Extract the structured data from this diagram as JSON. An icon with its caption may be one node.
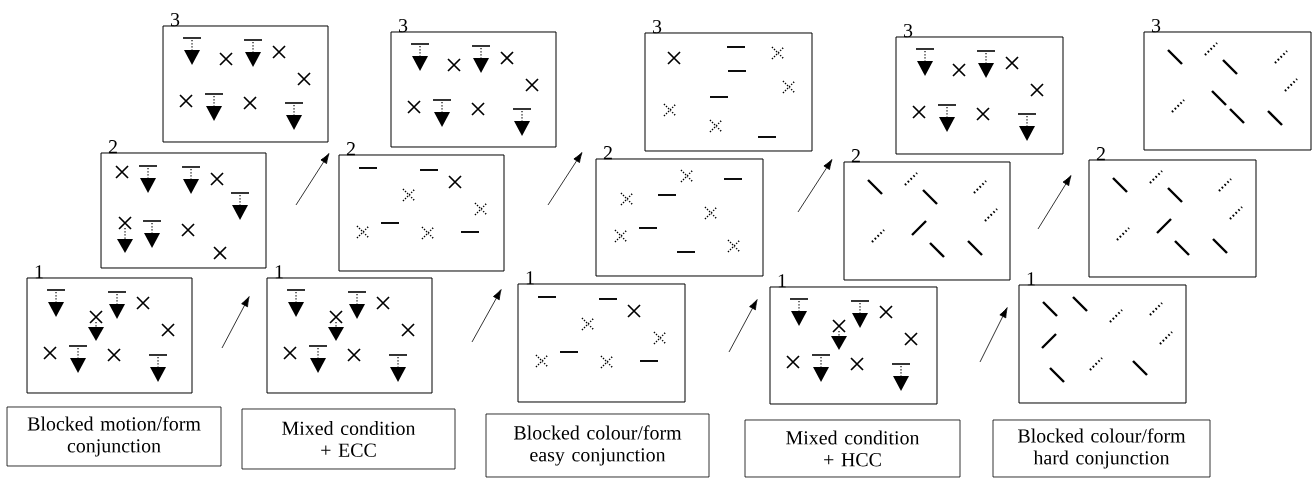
{
  "diagram": {
    "nodes": [
      {
        "text": [],
        "shape": "box",
        "beside": [
          "1"
        ]
      },
      {
        "text": [],
        "shape": "box",
        "beside": [
          "2"
        ]
      },
      {
        "text": [],
        "shape": "box",
        "beside": [
          "3"
        ]
      },
      {
        "text": [],
        "shape": "box",
        "beside": [
          "1"
        ]
      },
      {
        "text": [],
        "shape": "box",
        "beside": [
          "2"
        ]
      },
      {
        "text": [],
        "shape": "box",
        "beside": [
          "3"
        ]
      },
      {
        "text": [],
        "shape": "box",
        "beside": [
          "1"
        ]
      },
      {
        "text": [],
        "shape": "box",
        "beside": [
          "2"
        ]
      },
      {
        "text": [],
        "shape": "box",
        "beside": [
          "3"
        ]
      },
      {
        "text": [],
        "shape": "box",
        "beside": [
          "1"
        ]
      },
      {
        "text": [],
        "shape": "box",
        "beside": [
          "2"
        ]
      },
      {
        "text": [],
        "shape": "box",
        "beside": [
          "3"
        ]
      },
      {
        "text": [],
        "shape": "box",
        "beside": [
          "1"
        ]
      },
      {
        "text": [],
        "shape": "box",
        "beside": [
          "2"
        ]
      },
      {
        "text": [],
        "shape": "box",
        "beside": [
          "3"
        ]
      },
      {
        "text": [
          "Blocked motion/form conjunction"
        ]
      },
      {
        "text": [
          "Mixed condition + ECC"
        ]
      },
      {
        "text": [
          "Blocked colour/form easy conjunction"
        ]
      },
      {
        "text": [
          "Mixed condition + HCC"
        ]
      },
      {
        "text": [
          "Blocked colour/form hard conjunction"
        ]
      }
    ]
  }
}
